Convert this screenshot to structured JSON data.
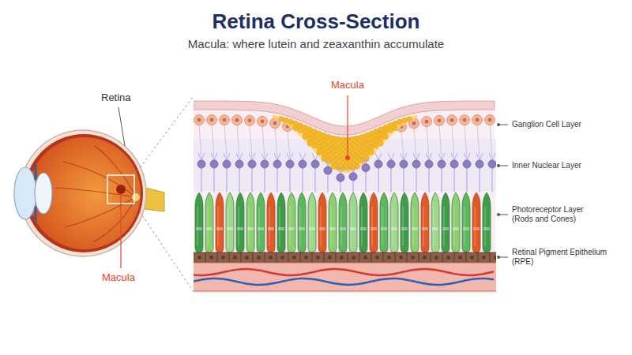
{
  "diagram": {
    "title": "Retina Cross-Section",
    "labels": [
      "Macula: where lutein and zeaxanthin accumulate",
      "Retina",
      "Macula",
      "Macula",
      "Ganglion Cell Layer",
      "Inner Nuclear Layer",
      "Photoreceptor Layer (Rods and Cones)",
      "Retinal Pigment Epithelium (RPE)"
    ]
  }
}
